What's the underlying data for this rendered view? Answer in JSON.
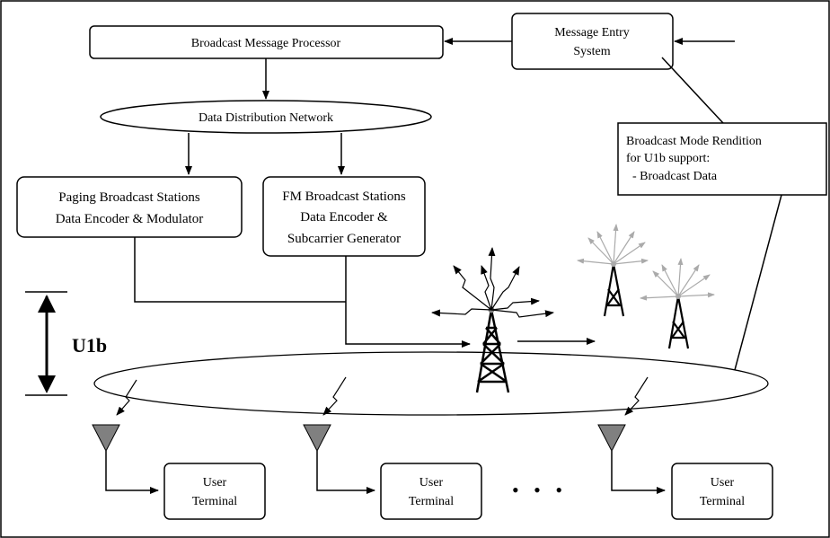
{
  "diagram": {
    "processor_label": "Broadcast Message Processor",
    "entry_line1": "Message Entry",
    "entry_line2": "System",
    "network_label": "Data Distribution Network",
    "paging_line1": "Paging  Broadcast Stations",
    "paging_line2": "Data Encoder & Modulator",
    "fm_line1": "FM Broadcast Stations",
    "fm_line2": "Data Encoder &",
    "fm_line3": "Subcarrier Generator",
    "mode_line1": "Broadcast Mode Rendition",
    "mode_line2": "for U1b support:",
    "mode_line3": "  - Broadcast Data",
    "u1b_label": "U1b",
    "user_label_line1": "User",
    "user_label_line2": "Terminal",
    "ellipsis_dots": "•   •   •"
  },
  "colors": {
    "line": "#000000",
    "antenna_fill": "#808080",
    "faded_tower": "#aaaaaa"
  },
  "icons": [
    "broadcast-tower-icon",
    "antenna-icon",
    "lightning-bolt-icon"
  ]
}
